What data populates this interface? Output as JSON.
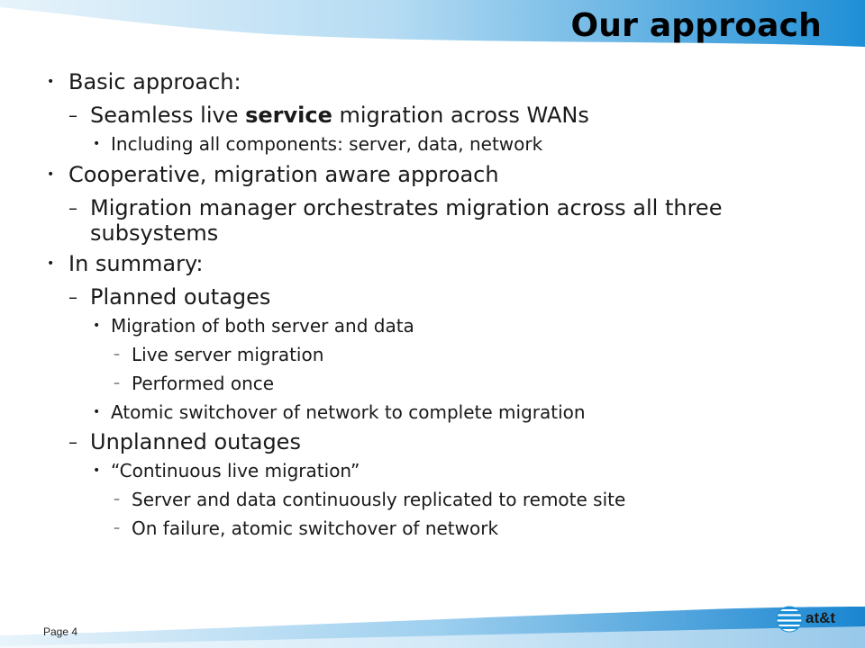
{
  "slide": {
    "title": "Our approach",
    "page_label": "Page 4",
    "logo_text": "at&t"
  },
  "bullets": {
    "b1": {
      "pre": "",
      "strong": "",
      "post": "Basic approach:"
    },
    "b1_1": {
      "pre": "Seamless live ",
      "strong": "service",
      "post": " migration across WANs"
    },
    "b1_1_1": {
      "pre": "",
      "strong": "",
      "post": "Including all components: server, data, network"
    },
    "b2": {
      "pre": "",
      "strong": "",
      "post": "Cooperative, migration aware approach"
    },
    "b2_1": {
      "pre": "",
      "strong": "",
      "post": "Migration manager orchestrates migration across all three subsystems"
    },
    "b3": {
      "pre": "",
      "strong": "",
      "post": "In summary:"
    },
    "b3_1": {
      "pre": "",
      "strong": "",
      "post": "Planned outages"
    },
    "b3_1_1": {
      "pre": "",
      "strong": "",
      "post": "Migration of both server and data"
    },
    "b3_1_1_1": {
      "pre": "",
      "strong": "",
      "post": "Live server migration"
    },
    "b3_1_1_2": {
      "pre": "",
      "strong": "",
      "post": "Performed once"
    },
    "b3_1_2": {
      "pre": "",
      "strong": "",
      "post": "Atomic switchover of network to complete migration"
    },
    "b3_2": {
      "pre": "",
      "strong": "",
      "post": "Unplanned outages"
    },
    "b3_2_1": {
      "pre": "",
      "strong": "",
      "post": "“Continuous live migration”"
    },
    "b3_2_1_1": {
      "pre": "",
      "strong": "",
      "post": "Server and data continuously replicated to remote site"
    },
    "b3_2_1_2": {
      "pre": "",
      "strong": "",
      "post": "On failure, atomic switchover of network"
    }
  },
  "colors": {
    "swoosh_light": "#cfe9f7",
    "swoosh_dark": "#1b78c8",
    "logo_blue": "#1a8fd8"
  }
}
